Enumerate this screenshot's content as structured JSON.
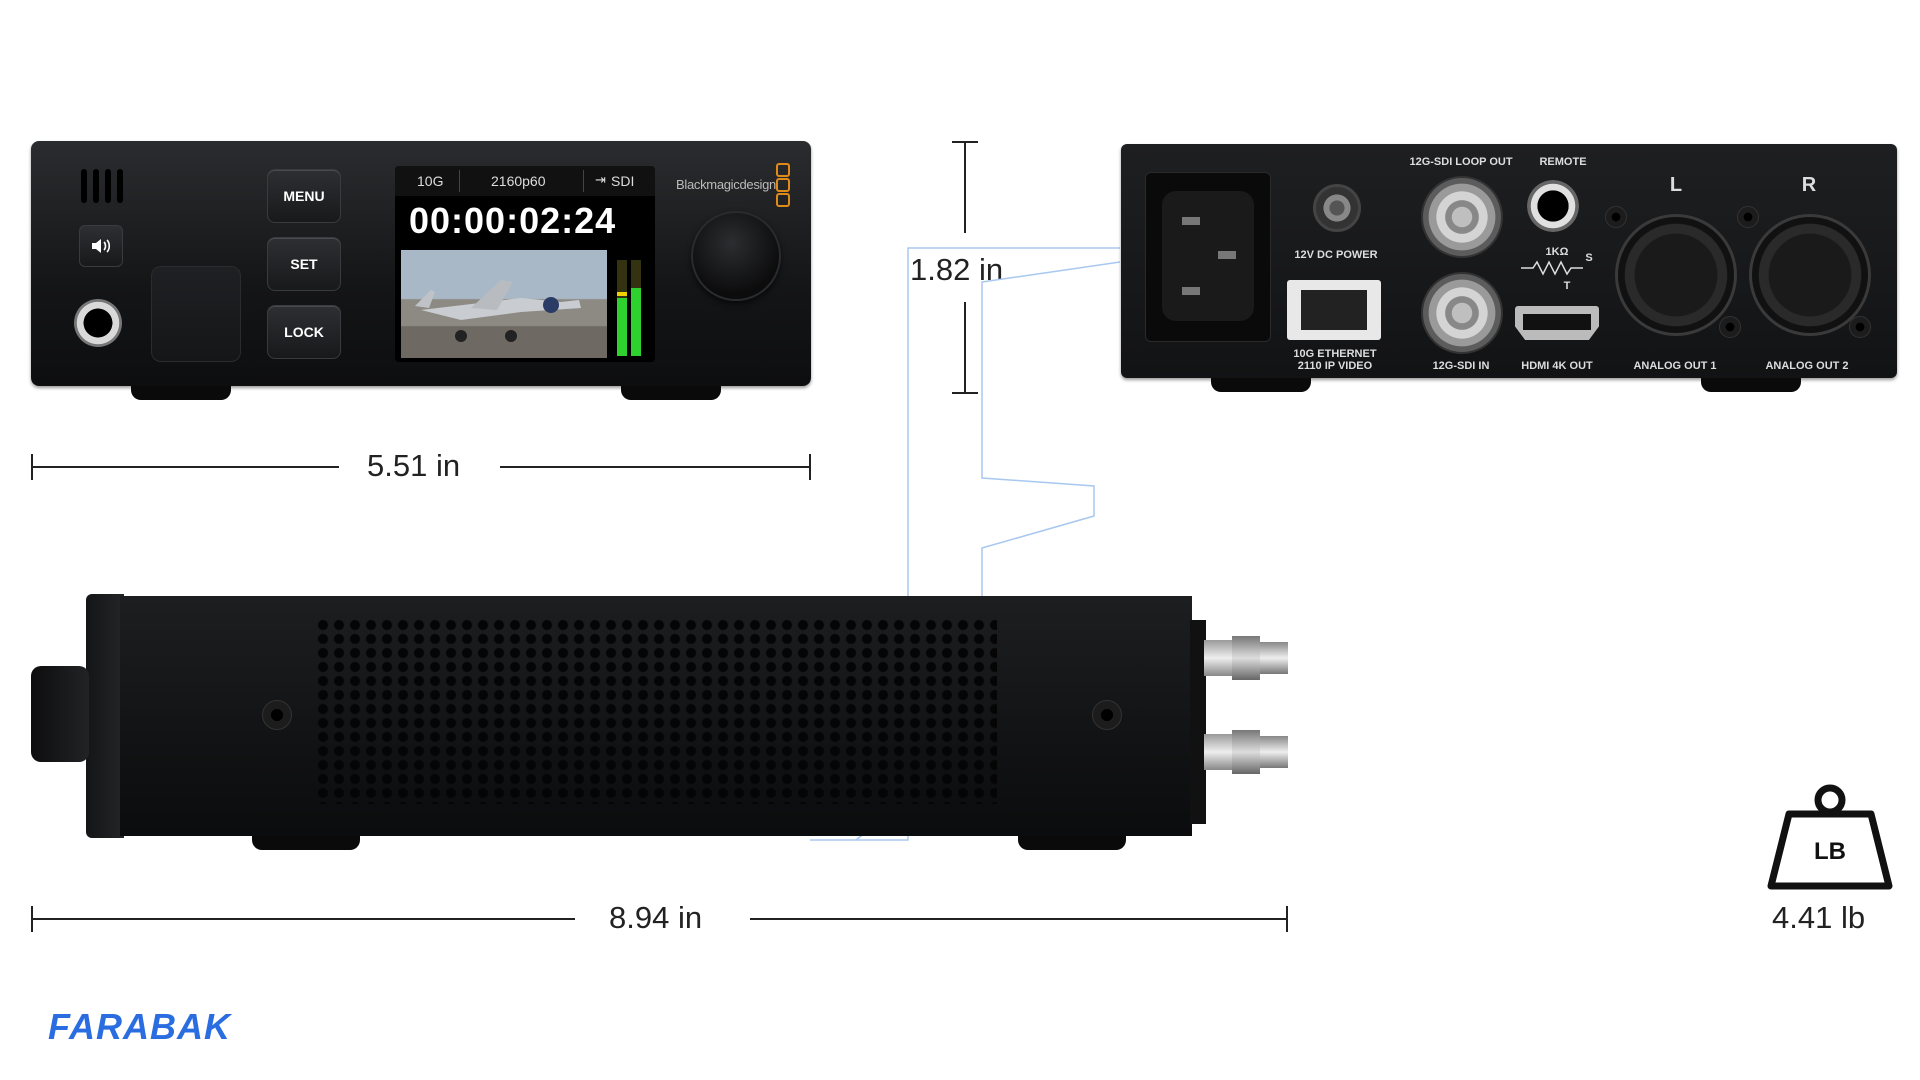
{
  "dimensions": {
    "width": "5.51 in",
    "height": "1.82 in",
    "depth": "8.94 in",
    "weight": "4.41 lb",
    "weight_unit_badge": "LB"
  },
  "front_panel": {
    "buttons": [
      "MENU",
      "SET",
      "LOCK"
    ],
    "brand": "Blackmagicdesign",
    "screen": {
      "network": "10G",
      "format": "2160p60",
      "source": "SDI",
      "timecode": "00:00:02:24"
    }
  },
  "rear_panel": {
    "channel_left": "L",
    "channel_right": "R",
    "labels": {
      "loop_out": "12G-SDI LOOP OUT",
      "remote": "REMOTE",
      "dc_power": "12V DC POWER",
      "ethernet_line1": "10G ETHERNET",
      "ethernet_line2": "2110 IP VIDEO",
      "sdi_in": "12G-SDI IN",
      "resistor": "1KΩ",
      "resistor_s": "S",
      "resistor_t": "T",
      "hdmi": "HDMI 4K OUT",
      "analog1": "ANALOG OUT 1",
      "analog2": "ANALOG OUT 2"
    }
  },
  "watermark": "FARABAK",
  "colors": {
    "accent": "#2a6de0",
    "guide": "#a8c8f0",
    "meter": "#2fd12f",
    "meter_peak": "#f0d000"
  }
}
